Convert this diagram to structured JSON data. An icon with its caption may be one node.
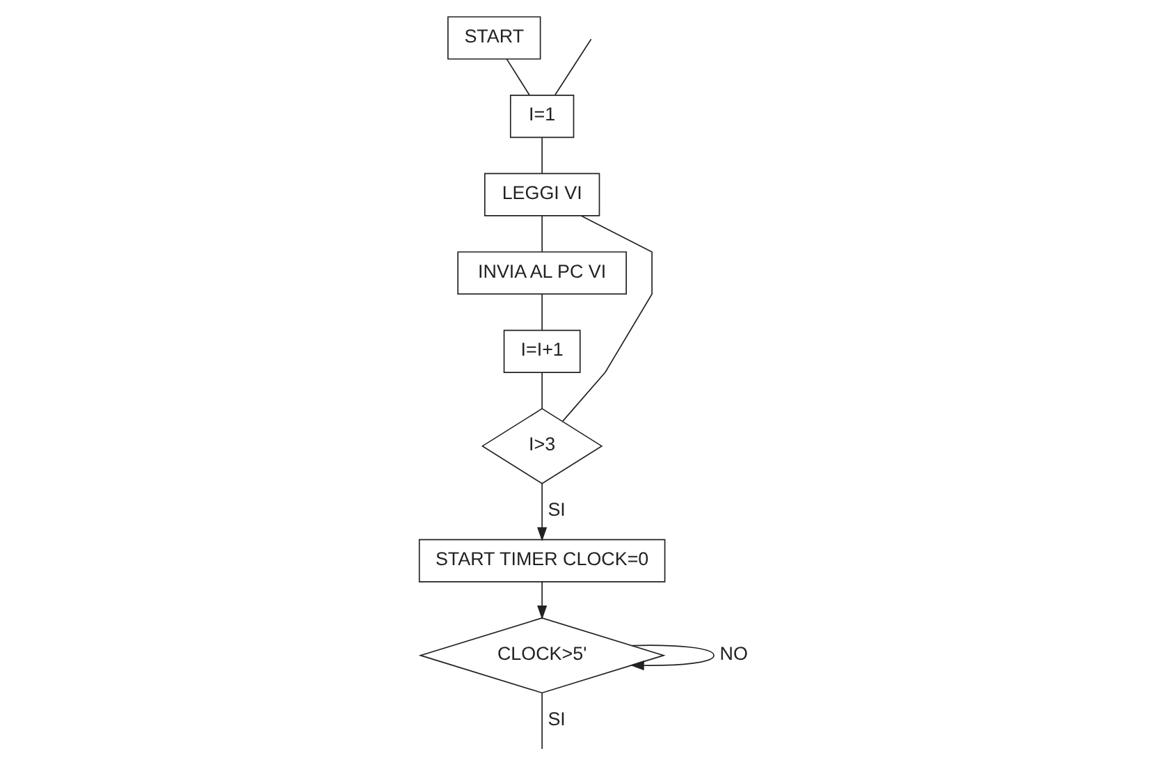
{
  "diagram": {
    "nodes": [
      {
        "text": [
          "START"
        ]
      },
      {
        "text": [
          "I=1"
        ]
      },
      {
        "text": [
          "LEGGI VI"
        ]
      },
      {
        "text": [
          "INVIA AL PC VI"
        ]
      },
      {
        "text": [
          "I=I+1"
        ]
      },
      {
        "text": [
          "I>3"
        ]
      },
      {
        "text": [
          "START TIMER CLOCK=0"
        ]
      },
      {
        "text": [
          "CLOCK>5'"
        ]
      }
    ],
    "edges": [
      {
        "from": 0,
        "to": 1,
        "arrow": "none"
      },
      {
        "from": null,
        "to": 1,
        "arrow": "none"
      },
      {
        "from": 1,
        "to": 2,
        "arrow": "none"
      },
      {
        "from": 5,
        "to": 2,
        "arrow": "none"
      },
      {
        "from": 2,
        "to": 3,
        "arrow": "none"
      },
      {
        "from": 3,
        "to": 4,
        "arrow": "none"
      },
      {
        "from": 4,
        "to": 5,
        "arrow": "none"
      },
      {
        "from": 5,
        "to": 6,
        "label": "SI",
        "arrow": "to"
      },
      {
        "from": 6,
        "to": 7,
        "arrow": "to"
      },
      {
        "from": 7,
        "to": 7,
        "label": "NO",
        "arrow": "to"
      },
      {
        "from": 7,
        "to": null,
        "label": "SI",
        "arrow": "none"
      }
    ]
  }
}
